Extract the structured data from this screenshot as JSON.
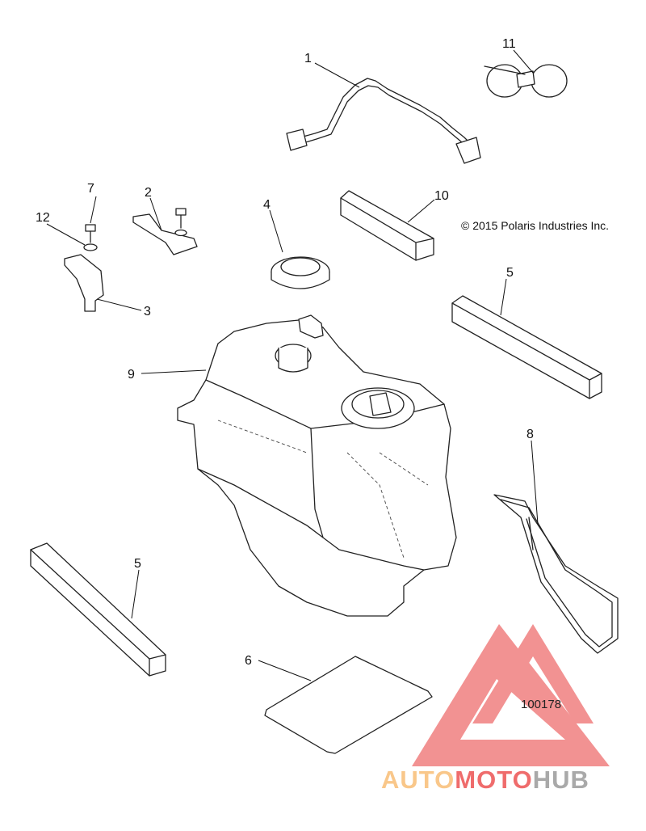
{
  "copyright": "© 2015 Polaris Industries Inc.",
  "reference_number": "100178",
  "callouts": [
    "1",
    "2",
    "3",
    "4",
    "5",
    "5",
    "6",
    "7",
    "8",
    "9",
    "10",
    "11",
    "12"
  ],
  "watermark": {
    "part1": "AUTO",
    "part2": "MOTO",
    "part3": "HUB",
    "color_light": "#f9c78a",
    "color_red": "#ef6c6c",
    "color_gray": "#a9a9a9"
  }
}
